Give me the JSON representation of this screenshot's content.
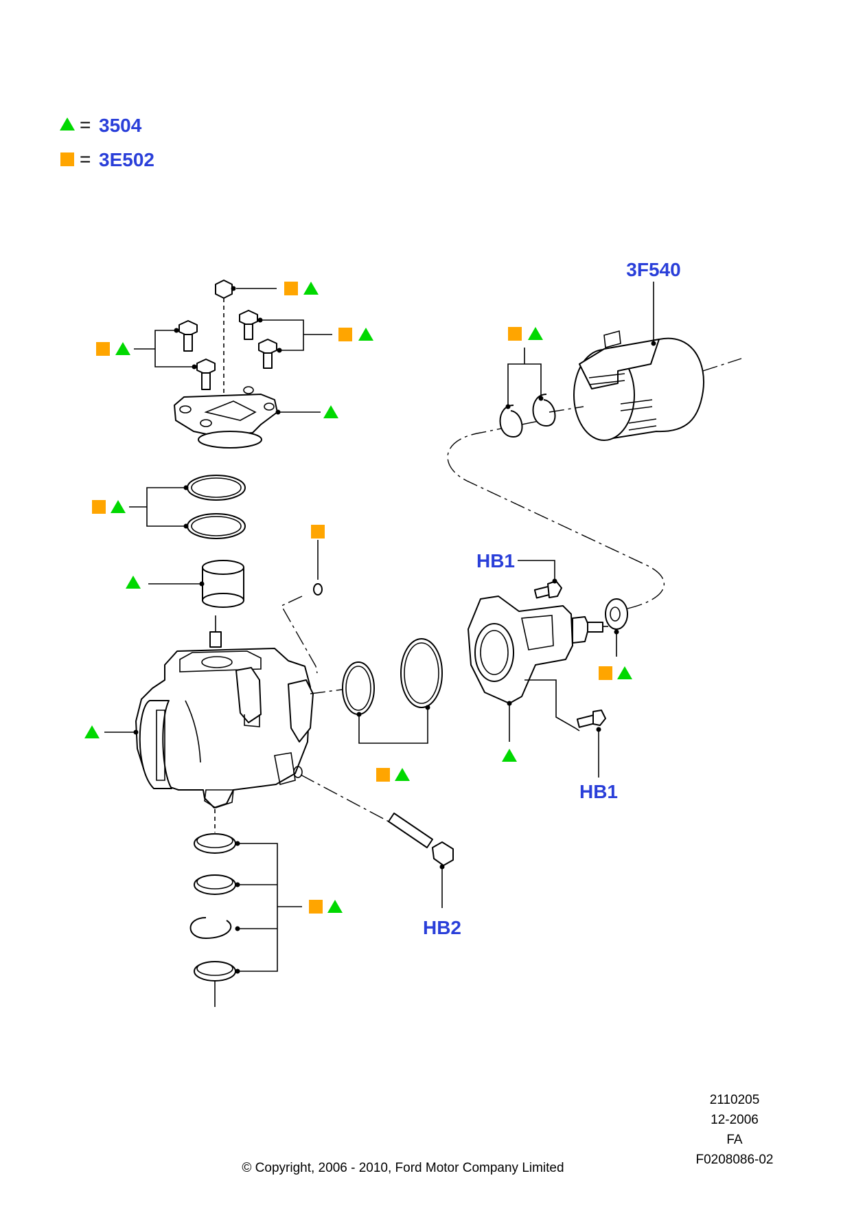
{
  "legend": [
    {
      "symbol": "triangle",
      "eq": "=",
      "code": "3504"
    },
    {
      "symbol": "square",
      "eq": "=",
      "code": "3E502"
    }
  ],
  "callouts": {
    "cover": "3F540",
    "hb1_top": "HB1",
    "hb1_bottom": "HB1",
    "hb2": "HB2"
  },
  "footer": {
    "ref_number": "2110205",
    "date": "12-2006",
    "code": "FA",
    "figure_id": "F0208086-02",
    "copyright": "© Copyright, 2006 - 2010, Ford Motor Company Limited"
  },
  "colors": {
    "triangle": "#00d800",
    "square": "#ffa500",
    "code_text": "#2a3fd9"
  }
}
